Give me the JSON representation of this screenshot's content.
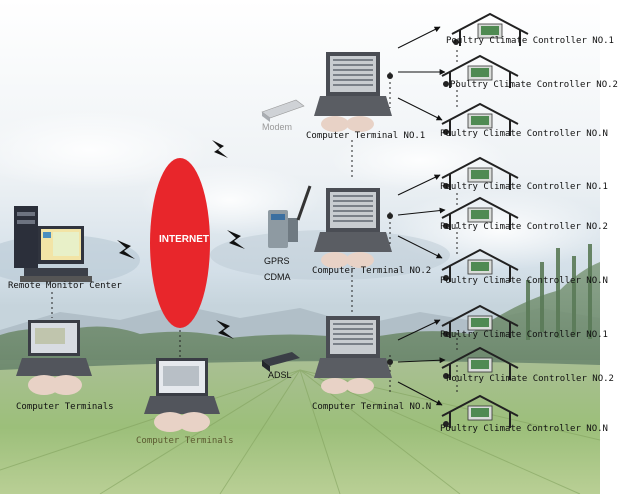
{
  "labels": {
    "internet": "INTERNET",
    "remote_monitor_center": "Remote Monitor Center",
    "computer_terminals_left": "Computer Terminals",
    "computer_terminals_center": "Computer Terminals",
    "modem": "Modem",
    "gprs": "GPRS",
    "cdma": "CDMA",
    "adsl": "ADSL",
    "terminal_1": "Computer Terminal NO.1",
    "terminal_2": "Computer Terminal NO.2",
    "terminal_n": "Computer Terminal NO.N"
  },
  "controllers": {
    "group1": [
      "Poultry Climate Controller NO.1",
      "Poultry Climate Controller NO.2",
      "Poultry Climate Controller NO.N"
    ],
    "group2": [
      "Poultry Climate Controller NO.1",
      "Poultry Climate Controller NO.2",
      "Poultry Climate Controller NO.N"
    ],
    "group3": [
      "Poultry Climate Controller NO.1",
      "Poultry Climate Controller NO.2",
      "Poultry Climate Controller NO.N"
    ]
  },
  "colors": {
    "internet_fill": "#e8262b",
    "sky_top": "#f4f7f9",
    "sky_bottom": "#c9d8e3",
    "field": "#8fb26b",
    "controller_screen": "#4f8a52"
  },
  "icons": [
    "lightning-icon",
    "house-icon",
    "laptop-icon",
    "desktop-computer-icon",
    "modem-icon",
    "gprs-modem-icon",
    "adsl-modem-icon",
    "sensor-icon"
  ]
}
